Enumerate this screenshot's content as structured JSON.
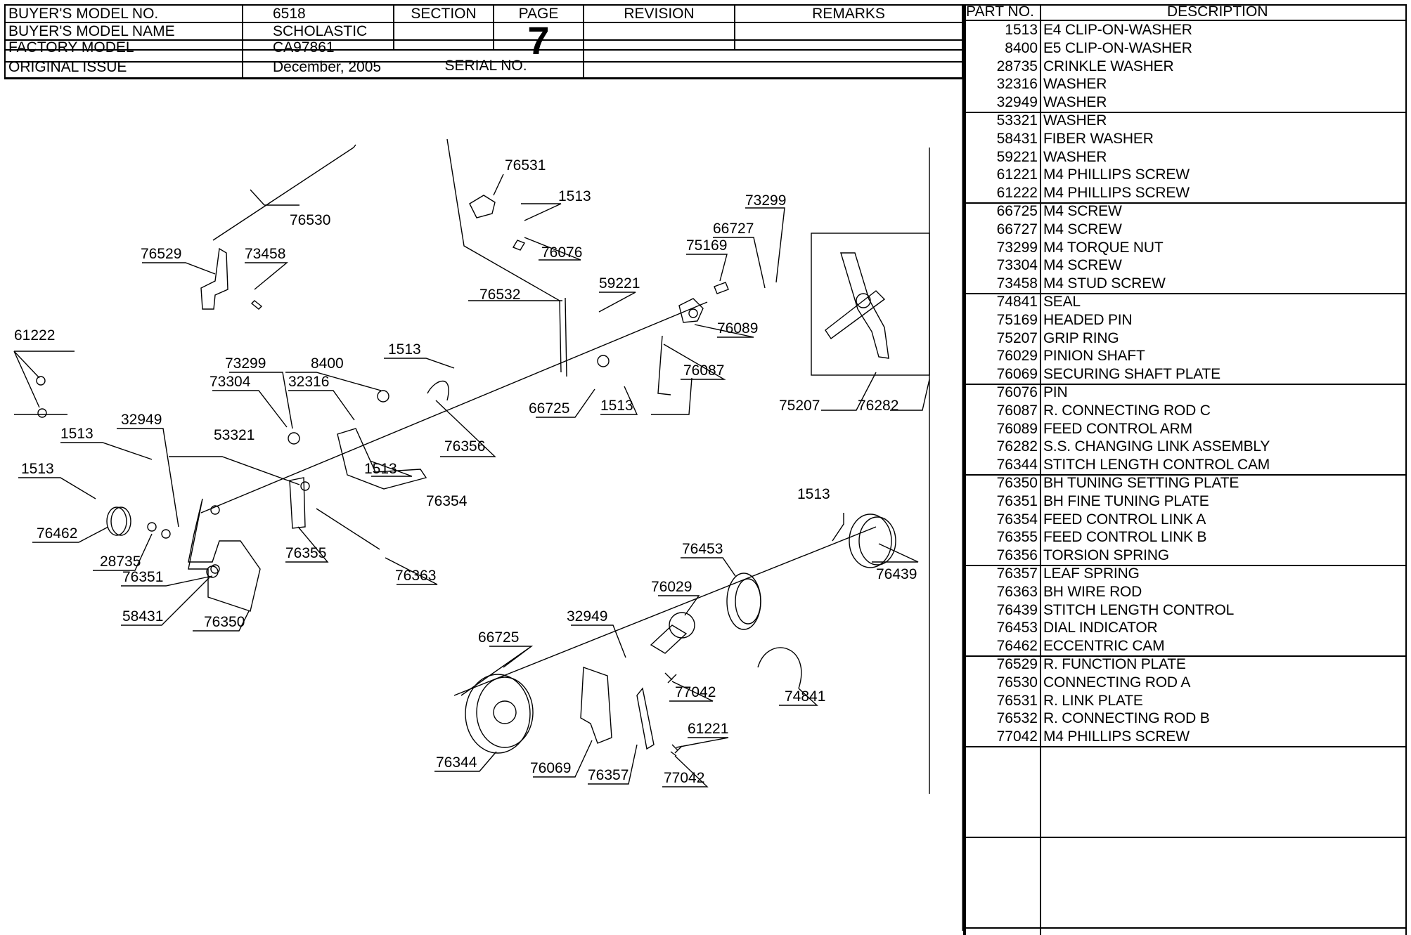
{
  "header": {
    "labels": {
      "buyers_model_no": "BUYER'S MODEL NO.",
      "buyers_model_name": "BUYER'S MODEL NAME",
      "factory_model": "FACTORY MODEL",
      "original_issue": "ORIGINAL ISSUE",
      "section": "SECTION",
      "page": "PAGE",
      "revision": "REVISION",
      "remarks": "REMARKS",
      "serial_no": "SERIAL NO."
    },
    "values": {
      "buyers_model_no": "6518",
      "buyers_model_name": "SCHOLASTIC",
      "factory_model": "CA97861",
      "original_issue": "December, 2005",
      "page": "7"
    }
  },
  "parts_table": {
    "columns": [
      "PART NO.",
      "DESCRIPTION"
    ],
    "rows": [
      {
        "no": "1513",
        "desc": "E4 CLIP-ON-WASHER"
      },
      {
        "no": "8400",
        "desc": "E5 CLIP-ON-WASHER"
      },
      {
        "no": "28735",
        "desc": "CRINKLE WASHER"
      },
      {
        "no": "32316",
        "desc": "WASHER"
      },
      {
        "no": "32949",
        "desc": "WASHER"
      },
      {
        "no": "53321",
        "desc": "WASHER"
      },
      {
        "no": "58431",
        "desc": "FIBER WASHER"
      },
      {
        "no": "59221",
        "desc": "WASHER"
      },
      {
        "no": "61221",
        "desc": "M4 PHILLIPS SCREW"
      },
      {
        "no": "61222",
        "desc": "M4 PHILLIPS SCREW"
      },
      {
        "no": "66725",
        "desc": "M4 SCREW"
      },
      {
        "no": "66727",
        "desc": "M4 SCREW"
      },
      {
        "no": "73299",
        "desc": "M4 TORQUE NUT"
      },
      {
        "no": "73304",
        "desc": "M4 SCREW"
      },
      {
        "no": "73458",
        "desc": "M4 STUD SCREW"
      },
      {
        "no": "74841",
        "desc": "SEAL"
      },
      {
        "no": "75169",
        "desc": "HEADED PIN"
      },
      {
        "no": "75207",
        "desc": "GRIP RING"
      },
      {
        "no": "76029",
        "desc": "PINION SHAFT"
      },
      {
        "no": "76069",
        "desc": "SECURING SHAFT PLATE"
      },
      {
        "no": "76076",
        "desc": "PIN"
      },
      {
        "no": "76087",
        "desc": "R. CONNECTING ROD C"
      },
      {
        "no": "76089",
        "desc": "FEED CONTROL ARM"
      },
      {
        "no": "76282",
        "desc": "S.S. CHANGING LINK ASSEMBLY"
      },
      {
        "no": "76344",
        "desc": "STITCH LENGTH CONTROL CAM"
      },
      {
        "no": "76350",
        "desc": "BH TUNING SETTING PLATE"
      },
      {
        "no": "76351",
        "desc": "BH FINE TUNING PLATE"
      },
      {
        "no": "76354",
        "desc": "FEED CONTROL LINK A"
      },
      {
        "no": "76355",
        "desc": "FEED CONTROL LINK B"
      },
      {
        "no": "76356",
        "desc": "TORSION SPRING"
      },
      {
        "no": "76357",
        "desc": "LEAF SPRING"
      },
      {
        "no": "76363",
        "desc": "BH WIRE ROD"
      },
      {
        "no": "76439",
        "desc": "STITCH LENGTH CONTROL"
      },
      {
        "no": "76453",
        "desc": "DIAL INDICATOR"
      },
      {
        "no": "76462",
        "desc": "ECCENTRIC CAM"
      },
      {
        "no": "76529",
        "desc": "R. FUNCTION PLATE"
      },
      {
        "no": "76530",
        "desc": "CONNECTING ROD A"
      },
      {
        "no": "76531",
        "desc": "R. LINK PLATE"
      },
      {
        "no": "76532",
        "desc": "R. CONNECTING ROD B"
      },
      {
        "no": "77042",
        "desc": "M4 PHILLIPS SCREW"
      }
    ]
  },
  "diagram": {
    "callouts": [
      "76531",
      "1513",
      "76530",
      "76529",
      "73458",
      "76076",
      "73299",
      "66727",
      "75169",
      "76532",
      "59221",
      "76089",
      "61222",
      "73299",
      "8400",
      "1513",
      "76087",
      "73304",
      "32316",
      "66725",
      "1513",
      "75207",
      "76282",
      "32949",
      "53321",
      "76356",
      "1513",
      "1513",
      "76354",
      "1513",
      "76462",
      "28735",
      "76355",
      "76453",
      "76439",
      "76351",
      "76363",
      "76029",
      "32949",
      "58431",
      "76350",
      "66725",
      "77042",
      "74841",
      "61221",
      "76344",
      "76069",
      "76357",
      "77042"
    ]
  }
}
